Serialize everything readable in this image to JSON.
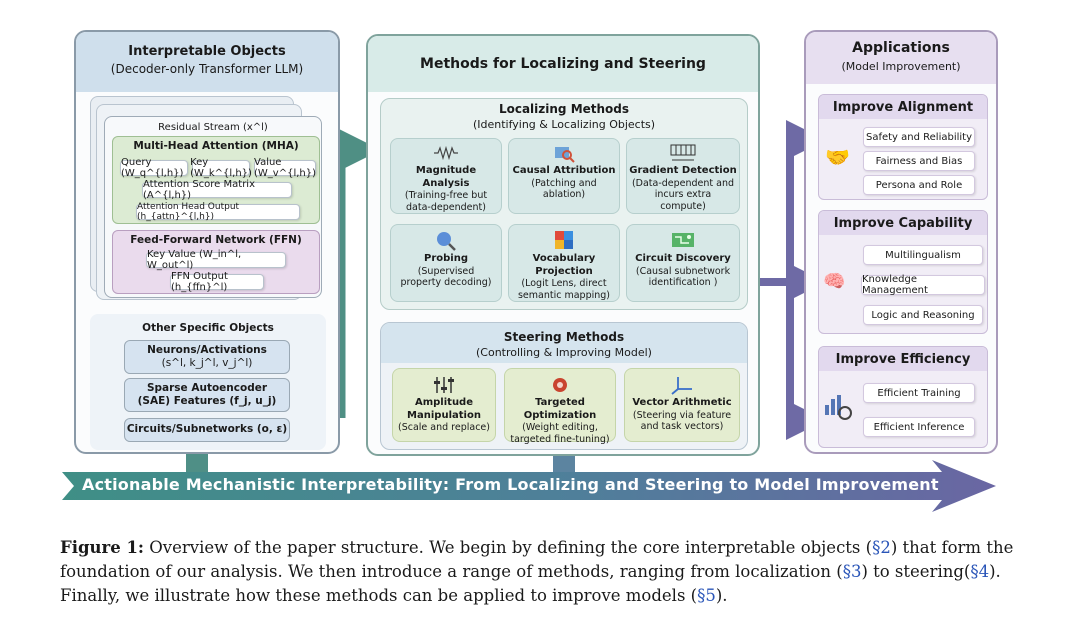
{
  "left_panel": {
    "title": "Interpretable Objects",
    "subtitle": "(Decoder-only Transformer LLM)",
    "residual": "Residual Stream (x^l)",
    "mha": {
      "title": "Multi-Head Attention (MHA)",
      "query": "Query (W_q^{l,h})",
      "key": "Key (W_k^{l,h})",
      "value": "Value (W_v^{l,h})",
      "score": "Attention Score Matrix (A^{l,h})",
      "output": "Attention Head Output (h_{attn}^{l,h})"
    },
    "ffn": {
      "title": "Feed-Forward Network (FFN)",
      "kv": "Key Value (W_in^l, W_out^l)",
      "output": "FFN Output (h_{ffn}^l)"
    },
    "other_title": "Other Specific Objects",
    "neurons": "Neurons/Activations",
    "neurons_sym": "(s^l, k_j^l, v_j^l)",
    "sae": "Sparse Autoencoder",
    "sae2": "(SAE) Features (f_j, u_j)",
    "circuits": "Circuits/Subnetworks (ο, ε)"
  },
  "middle_panel": {
    "title": "Methods for Localizing and Steering",
    "localizing": {
      "title": "Localizing Methods",
      "subtitle": "(Identifying & Localizing Objects)",
      "methods": [
        {
          "name": "Magnitude Analysis",
          "desc": "(Training-free but data-dependent)",
          "icon": "resistor-icon"
        },
        {
          "name": "Causal Attribution",
          "desc": "(Patching and ablation)",
          "icon": "inspect-icon"
        },
        {
          "name": "Gradient Detection",
          "desc": "(Data-dependent and incurs extra compute)",
          "icon": "gradient-icon"
        },
        {
          "name": "Probing",
          "desc": "(Supervised property decoding)",
          "icon": "magnifier-icon"
        },
        {
          "name": "Vocabulary Projection",
          "desc": "(Logit Lens, direct semantic mapping)",
          "icon": "vocab-icon"
        },
        {
          "name": "Circuit Discovery",
          "desc": "(Causal subnetwork identification )",
          "icon": "circuit-icon"
        }
      ]
    },
    "steering": {
      "title": "Steering Methods",
      "subtitle": "(Controlling & Improving Model)",
      "methods": [
        {
          "name": "Amplitude Manipulation",
          "desc": "(Scale and replace)",
          "icon": "sliders-icon"
        },
        {
          "name": "Targeted Optimization",
          "desc": "(Weight editing, targeted fine-tuning)",
          "icon": "gear-icon"
        },
        {
          "name": "Vector Arithmetic",
          "desc": "(Steering via feature and task vectors)",
          "icon": "axes-icon"
        }
      ]
    }
  },
  "right_panel": {
    "title": "Applications",
    "subtitle": "(Model Improvement)",
    "groups": [
      {
        "title": "Improve Alignment",
        "items": [
          "Safety and Reliability",
          "Fairness and Bias",
          "Persona and Role"
        ],
        "icon": "handshake-icon"
      },
      {
        "title": "Improve Capability",
        "items": [
          "Multilingualism",
          "Knowledge Management",
          "Logic and Reasoning"
        ],
        "icon": "brain-icon"
      },
      {
        "title": "Improve Efficiency",
        "items": [
          "Efficient Training",
          "Efficient Inference"
        ],
        "icon": "chart-gear-icon"
      }
    ]
  },
  "banner": "Actionable Mechanistic Interpretability: From Localizing and Steering to Model Improvement",
  "caption": {
    "label": "Figure 1:",
    "t1": " Overview of the paper structure.  We begin by defining the core interpretable objects (",
    "r1": "§2",
    "t2": ") that form the foundation of our analysis. We then introduce a range of methods, ranging from localization (",
    "r2": "§3",
    "t3": ") to steering(",
    "r3": "§4",
    "t4": "). Finally, we illustrate how these methods can be applied to improve models (",
    "r4": "§5",
    "t5": ")."
  },
  "colors": {
    "left_header": "#cfdfec",
    "middle_header": "#d8ebe8",
    "right_header": "#e7dff0",
    "banner_start": "#3f8f86",
    "banner_end": "#6a66a3"
  }
}
